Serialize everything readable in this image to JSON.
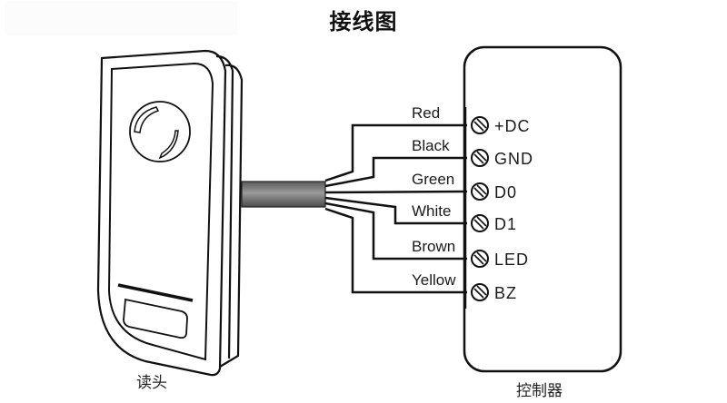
{
  "title": "接线图",
  "reader": {
    "caption": "读头"
  },
  "controller": {
    "caption": "控制器"
  },
  "wires": [
    {
      "color_name": "Red",
      "terminal": "+DC"
    },
    {
      "color_name": "Black",
      "terminal": "GND"
    },
    {
      "color_name": "Green",
      "terminal": "D0"
    },
    {
      "color_name": "White",
      "terminal": "D1"
    },
    {
      "color_name": "Brown",
      "terminal": "LED"
    },
    {
      "color_name": "Yellow",
      "terminal": "BZ"
    }
  ],
  "colors": {
    "line": "#111111",
    "cable": "#777777",
    "background": "#ffffff"
  }
}
